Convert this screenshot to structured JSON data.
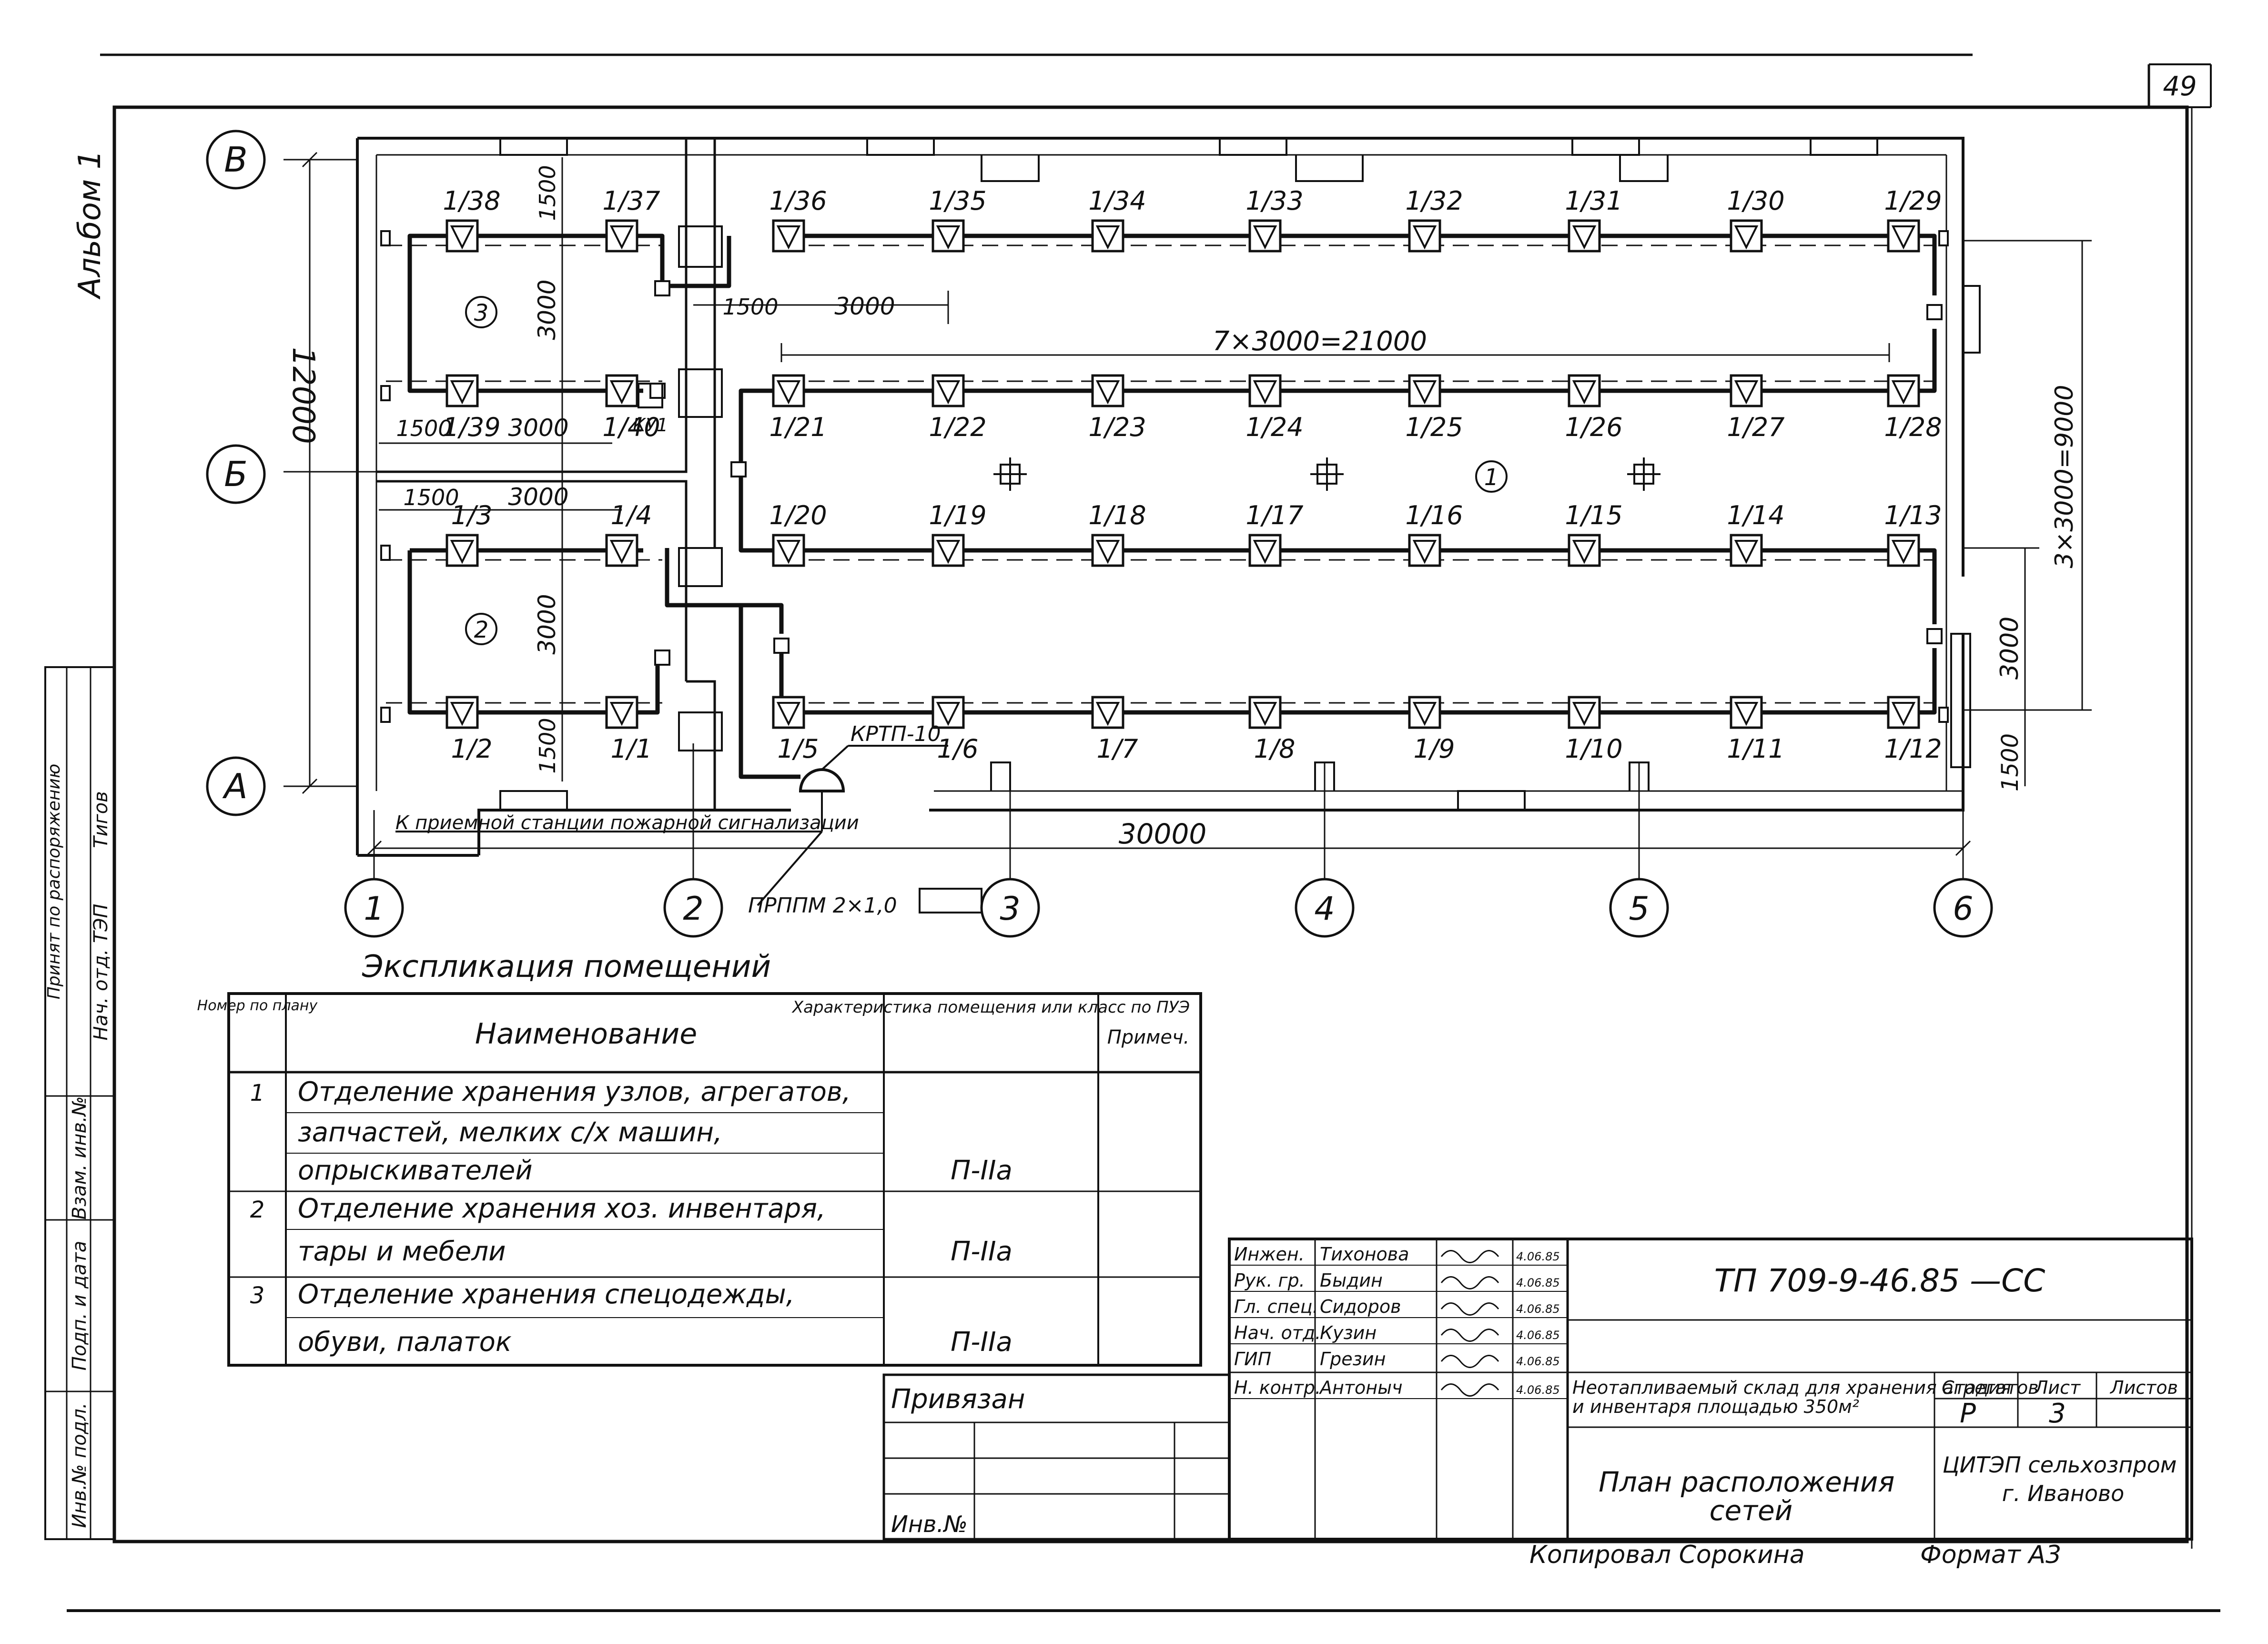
{
  "sheet": {
    "page_number": "49",
    "album_label": "Альбом 1",
    "side_stamp": [
      "Инв.№ подл.",
      "Подп. и дата",
      "Взам. инв.№",
      "Нач. отд. ТЭП",
      "Тигов",
      "Принят по распоряжению"
    ]
  },
  "axes": {
    "rows": [
      "В",
      "Б",
      "А"
    ],
    "columns": [
      "1",
      "2",
      "3",
      "4",
      "5",
      "6"
    ]
  },
  "dimensions": {
    "overall_height": "12000",
    "overall_length": "30000",
    "spacing_row": "7×3000=21000",
    "right_stack": "3×3000=9000",
    "right_3000": "3000",
    "right_1500": "1500",
    "d1500": "1500",
    "d3000": "3000"
  },
  "rooms": [
    "1",
    "2",
    "3"
  ],
  "detectors_top": [
    "1/38",
    "1/37",
    "1/36",
    "1/35",
    "1/34",
    "1/33",
    "1/32",
    "1/31",
    "1/30",
    "1/29"
  ],
  "detectors_row2": [
    "1/39",
    "1/40",
    "1/21",
    "1/22",
    "1/23",
    "1/24",
    "1/25",
    "1/26",
    "1/27",
    "1/28"
  ],
  "detectors_row3": [
    "1/3",
    "1/4",
    "1/20",
    "1/19",
    "1/18",
    "1/17",
    "1/16",
    "1/15",
    "1/14",
    "1/13"
  ],
  "detectors_bottom": [
    "1/2",
    "1/1",
    "1/5",
    "1/6",
    "1/7",
    "1/8",
    "1/9",
    "1/10",
    "1/11",
    "1/12"
  ],
  "equipment": {
    "box_label": "КУ1",
    "panel_label": "КРТП-10",
    "cable_label": "ПРППМ 2×1,0",
    "note_label": "К приемной станции пожарной сигнализации"
  },
  "explication": {
    "title": "Экспликация помещений",
    "headers": [
      "Номер по плану",
      "Наименование",
      "Характеристика помещения или класс по ПУЭ",
      "Примеч."
    ],
    "rows": [
      {
        "num": "1",
        "lines": [
          "Отделение хранения узлов, агрегатов,",
          "запчастей, мелких с/х машин,",
          "опрыскивателей"
        ],
        "class": "П-IIа"
      },
      {
        "num": "2",
        "lines": [
          "Отделение хранения хоз. инвентаря,",
          "тары и мебели"
        ],
        "class": "П-IIа"
      },
      {
        "num": "3",
        "lines": [
          "Отделение хранения спецодежды,",
          "обуви, палаток"
        ],
        "class": "П-IIа"
      }
    ]
  },
  "attached": {
    "label": "Привязан",
    "inv_label": "Инв.№"
  },
  "title_block": {
    "doc_code": "ТП 709-9-46.85 —СС",
    "roles": [
      "Инжен.",
      "Рук. гр.",
      "Гл. спец.",
      "Нач. отд.",
      "ГИП",
      "Н. контр."
    ],
    "names": [
      "Тихонова",
      "Быдин",
      "Сидоров",
      "Кузин",
      "Грезин",
      "Антоныч"
    ],
    "dates": [
      "4.06.85",
      "4.06.85",
      "4.06.85",
      "4.06.85",
      "4.06.85",
      "4.06.85"
    ],
    "project_title": "Неотапливаемый склад для хранения агрегатов и инвентаря площадью 350м²",
    "sheet_title": "План расположения сетей",
    "stage_header": "Стадия",
    "sheet_header": "Лист",
    "sheets_header": "Листов",
    "stage": "Р",
    "sheet": "3",
    "organization": "ЦИТЭП сельхозпром г. Иваново",
    "copied_by": "Копировал Сорокина",
    "format": "Формат А3"
  }
}
